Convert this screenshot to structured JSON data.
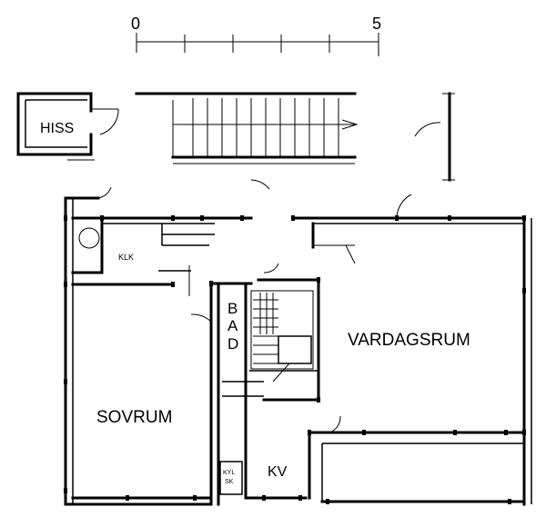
{
  "scale_bar": {
    "start_label": "0",
    "end_label": "5",
    "divisions": 5
  },
  "rooms": {
    "hiss": "HISS",
    "bad": [
      "B",
      "A",
      "D"
    ],
    "vardagsrum": "VARDAGSRUM",
    "sovrum": "SOVRUM",
    "kv": "KV",
    "klk": "KLK",
    "kyl": [
      "KYL",
      "SK"
    ]
  }
}
